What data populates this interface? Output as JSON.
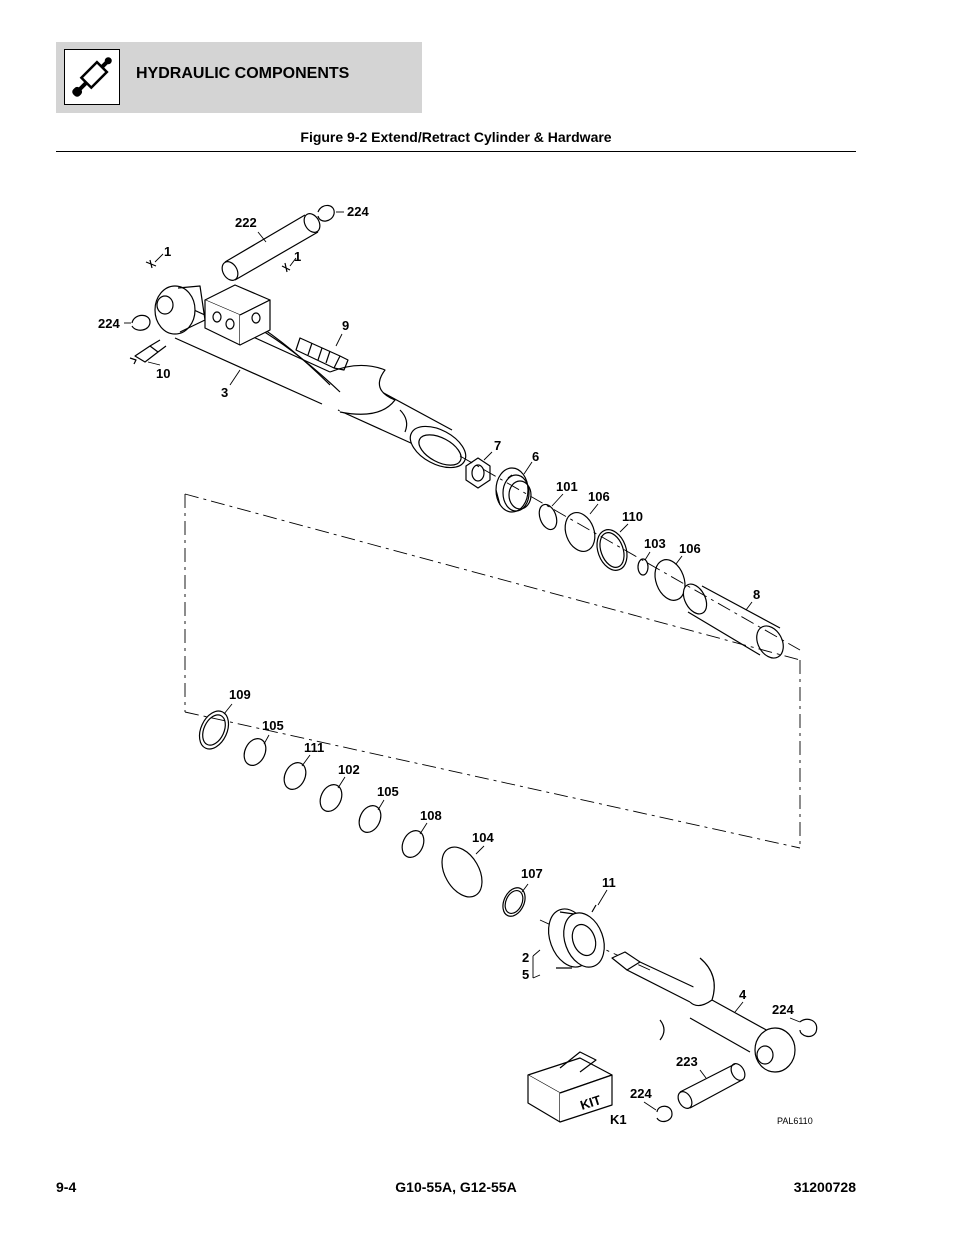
{
  "header": {
    "section_title": "HYDRAULIC COMPONENTS",
    "icon": "hydraulic-cylinder-icon"
  },
  "figure": {
    "title": "Figure 9-2 Extend/Retract Cylinder & Hardware",
    "drawing_code": "PAL6110",
    "kit_box_text": "KIT",
    "callouts": {
      "c1a": "1",
      "c1b": "1",
      "c2": "2",
      "c3": "3",
      "c4": "4",
      "c5": "5",
      "c6": "6",
      "c7": "7",
      "c8": "8",
      "c9": "9",
      "c10": "10",
      "c11": "11",
      "c101": "101",
      "c102": "102",
      "c103": "103",
      "c104": "104",
      "c105a": "105",
      "c105b": "105",
      "c106a": "106",
      "c106b": "106",
      "c107": "107",
      "c108": "108",
      "c109": "109",
      "c110": "110",
      "c111": "111",
      "c222": "222",
      "c223": "223",
      "c224a": "224",
      "c224b": "224",
      "c224c": "224",
      "c224d": "224",
      "cK1": "K1"
    }
  },
  "footer": {
    "page_number": "9-4",
    "models": "G10-55A, G12-55A",
    "document_number": "31200728"
  }
}
